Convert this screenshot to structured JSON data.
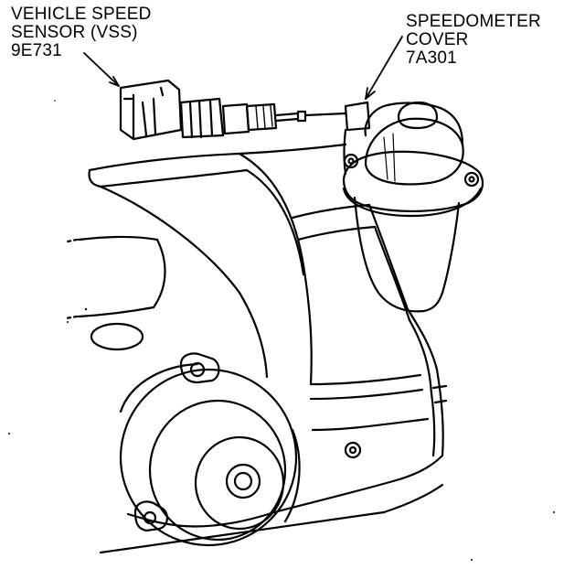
{
  "labels": {
    "vss": {
      "line1": "VEHICLE SPEED",
      "line2": "SENSOR (VSS)",
      "line3": "9E731"
    },
    "speedometer_cover": {
      "line1": "SPEEDOMETER",
      "line2": "COVER",
      "line3": "7A301"
    }
  },
  "colors": {
    "ink": "#000000",
    "paper": "#ffffff"
  }
}
